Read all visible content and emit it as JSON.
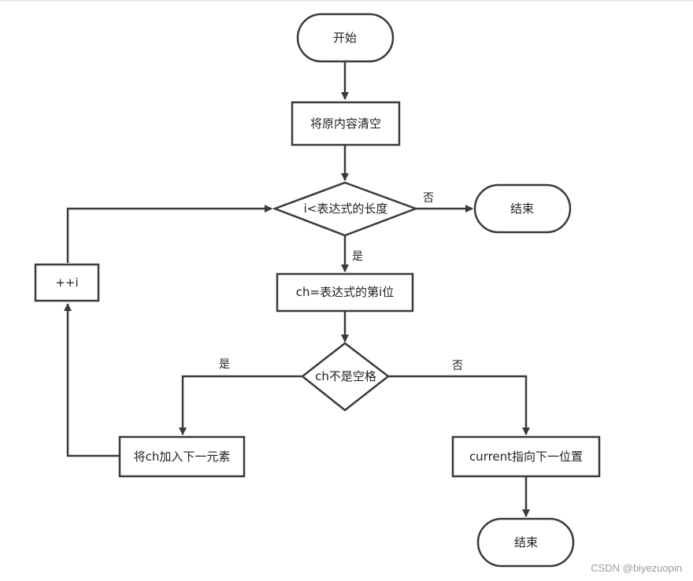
{
  "diagram": {
    "nodes": {
      "start": "开始",
      "clear": "将原内容清空",
      "loop_cond": "i<表达式的长度",
      "end_a": "结束",
      "increment": "++i",
      "assign": "ch=表达式的第i位",
      "space_cond": "ch不是空格",
      "append": "将ch加入下一元素",
      "advance": "current指向下一位置",
      "end_b": "结束"
    },
    "edge_labels": {
      "loop_no": "否",
      "loop_yes": "是",
      "space_yes": "是",
      "space_no": "否"
    }
  },
  "watermark": "CSDN @biyezuopin",
  "colors": {
    "stroke": "#3a3a3a",
    "fill": "#ffffff",
    "text": "#222222"
  }
}
